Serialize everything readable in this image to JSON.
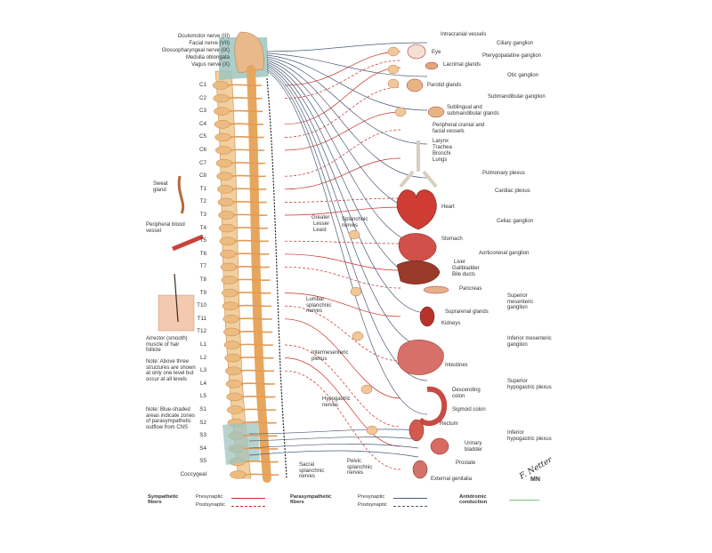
{
  "colors": {
    "sympathetic": "#cc2b22",
    "parasympathetic": "#4a5a78",
    "antidromic": "#7cc47c",
    "cord": "#f0c79a",
    "organ": "#c9423c",
    "blue_shade": "#9fc4c0"
  },
  "cranial_nerves": [
    "Oculomotor nerve (III)",
    "Facial nerve (VII)",
    "Glossopharyngeal nerve (IX)",
    "Medulla oblongata",
    "Vagus nerve (X)"
  ],
  "segments": [
    "C1",
    "C2",
    "C3",
    "C4",
    "C5",
    "C6",
    "C7",
    "C8",
    "T1",
    "T2",
    "T3",
    "T4",
    "T5",
    "T6",
    "T7",
    "T8",
    "T9",
    "T10",
    "T11",
    "T12",
    "L1",
    "L2",
    "L3",
    "L4",
    "L5",
    "S1",
    "S2",
    "S3",
    "S4",
    "S5",
    "Coccygeal"
  ],
  "right_labels": {
    "intracranial_vessels": "Intracranial vessels",
    "eye": "Eye",
    "ciliary_ganglion": "Ciliary ganglion",
    "pterygopalatine_ganglion": "Pterygopalatine ganglion",
    "lacrimal_glands": "Lacrimal glands",
    "otic_ganglion": "Otic ganglion",
    "parotid_glands": "Parotid glands",
    "submandibular_ganglion": "Submandibular ganglion",
    "sublingual_glands": "Sublingual and submandibular glands",
    "peripheral_cranial_vessels": "Peripheral cranial and facial vessels",
    "larynx": "Larynx",
    "trachea": "Trachea",
    "bronchi": "Bronchi",
    "lungs": "Lungs",
    "pulmonary_plexus": "Pulmonary plexus",
    "cardiac_plexus": "Cardiac plexus",
    "heart": "Heart",
    "celiac_ganglion": "Celiac ganglion",
    "stomach": "Stomach",
    "aorticorenal_ganglion": "Aorticorenal ganglion",
    "liver": "Liver",
    "gallbladder": "Gallbladder",
    "bile_ducts": "Bile ducts",
    "pancreas": "Pancreas",
    "superior_mesenteric": "Superior mesenteric ganglion",
    "suprarenal": "Suprarenal glands",
    "kidneys": "Kidneys",
    "inferior_mesenteric": "Inferior mesenteric ganglion",
    "intestines": "Intestines",
    "superior_hypogastric": "Superior hypogastric plexus",
    "descending_colon": "Descending colon",
    "sigmoid_colon": "Sigmoid colon",
    "rectum": "Rectum",
    "inferior_hypogastric": "Inferior hypogastric plexus",
    "urinary_bladder": "Urinary bladder",
    "prostate": "Prostate",
    "external_genitalia": "External genitalia"
  },
  "mid_labels": {
    "greater": "Greater",
    "lesser": "Lesser",
    "least": "Least",
    "splanchnic_nerves": "Splanchnic nerves",
    "lumbar_splanchnic": "Lumbar splanchnic nerves",
    "intermesenteric": "Intermesenteric plexus",
    "hypogastric_nerves": "Hypogastric nerves",
    "sacral_splanchnic": "Sacral splanchnic nerves",
    "pelvic_splanchnic": "Pelvic splanchnic nerves"
  },
  "left_labels": {
    "sweat_gland": "Sweat gland",
    "peripheral_blood_vessel": "Peripheral blood vessel",
    "arrector": "Arrector (smooth) muscle of hair follicle",
    "note_three": "Note: Above three structures are shown at only one level but occur at all levels",
    "note_blue": "Note: Blue-shaded areas indicate zones of parasympathetic outflow from CNS"
  },
  "legend": {
    "sympathetic_title": "Sympathetic fibers",
    "parasympathetic_title": "Parasympathetic fibers",
    "presynaptic": "Presynaptic",
    "postsynaptic": "Postsynaptic",
    "antidromic": "Antidromic conduction"
  },
  "signature": "F. Netter",
  "publisher_mark": "MN"
}
